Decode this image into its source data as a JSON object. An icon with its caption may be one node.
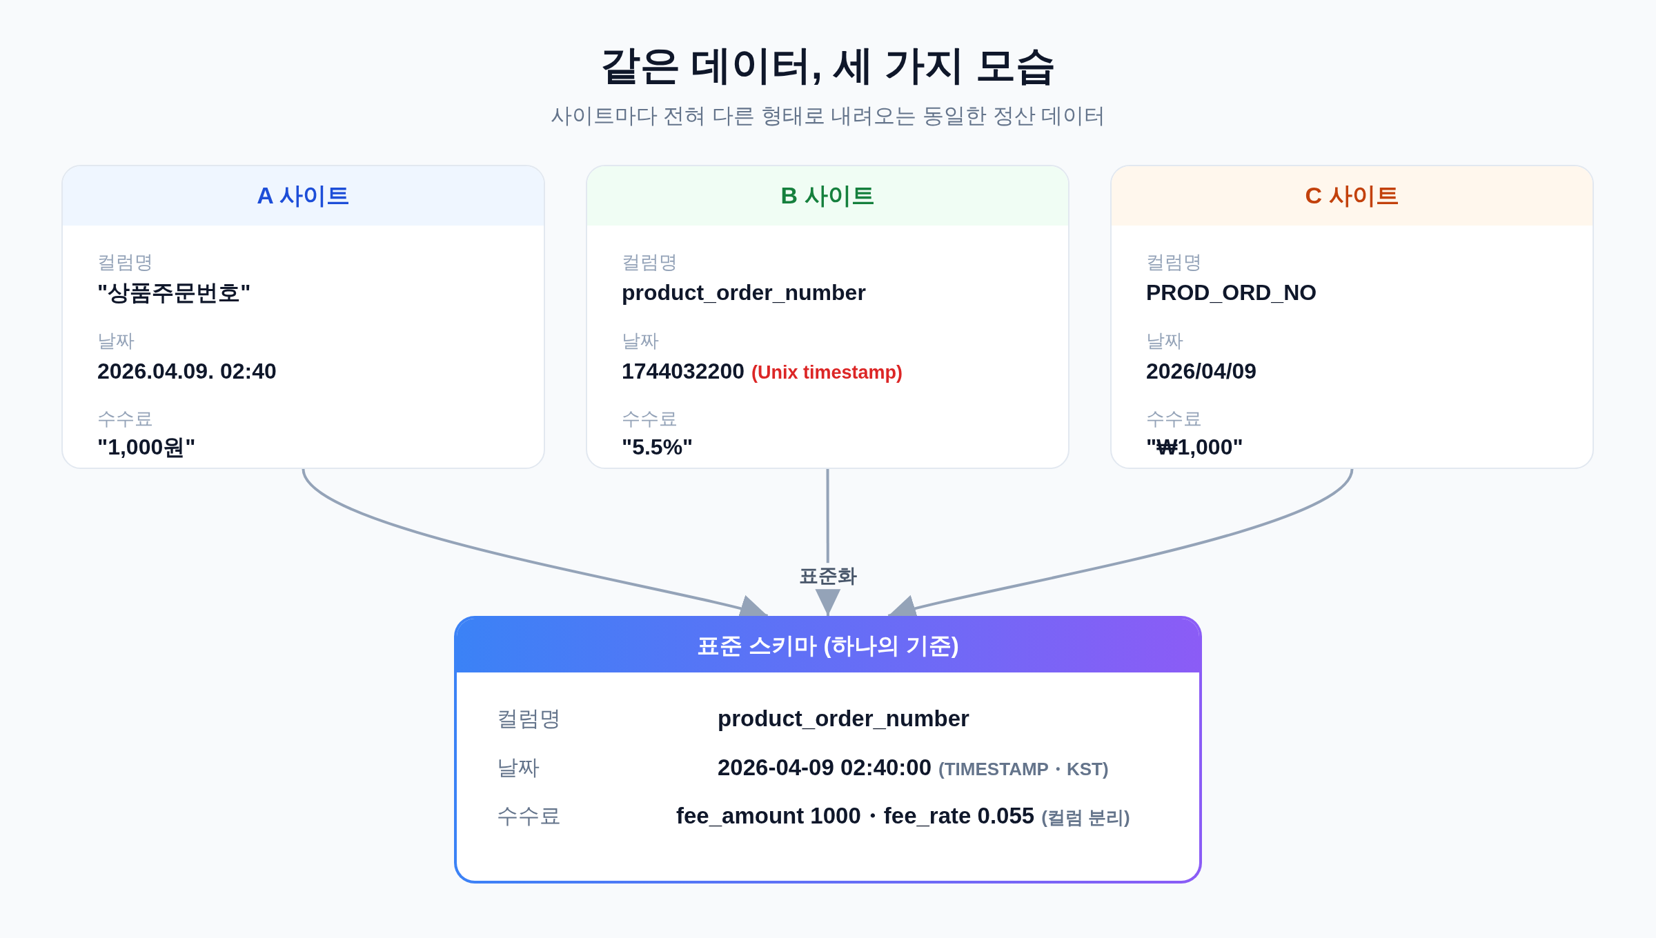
{
  "diagram": {
    "title": "같은 데이터, 세 가지 모습",
    "nodes": [
      {
        "text": [
          "A 사이트",
          "컬럼명",
          "\"상품주문번호\"",
          "날짜",
          "2026.04.09. 02:40",
          "수수료",
          "\"1,000원\""
        ]
      },
      {
        "text": [
          "B 사이트",
          "컬럼명",
          "product_order_number",
          "날짜",
          "1744032200",
          "(Unix timestamp)",
          "수수료",
          "\"5.5%\""
        ]
      },
      {
        "text": [
          "C 사이트",
          "컬럼명",
          "PROD_ORD_NO",
          "날짜",
          "2026/04/09",
          "수수료",
          "\"₩1,000\""
        ]
      },
      {
        "text": [
          "표준 스키마 (하나의 기준)",
          "컬럼명",
          "product_order_number",
          "날짜",
          "2026-04-09 02:40:00",
          "(TIMESTAMP・KST)",
          "수수료",
          "fee_amount 1000・fee_rate 0.055",
          "(컬럼 분리)"
        ]
      }
    ],
    "edges": [
      {
        "from": 0,
        "to": 3,
        "arrow": "to"
      },
      {
        "from": 1,
        "to": 3,
        "arrow": "to",
        "label": "표준화"
      },
      {
        "from": 2,
        "to": 3,
        "arrow": "to"
      }
    ],
    "labels": [
      "사이트마다 전혀 다른 형태로 내려오는 동일한 정산 데이터"
    ]
  }
}
